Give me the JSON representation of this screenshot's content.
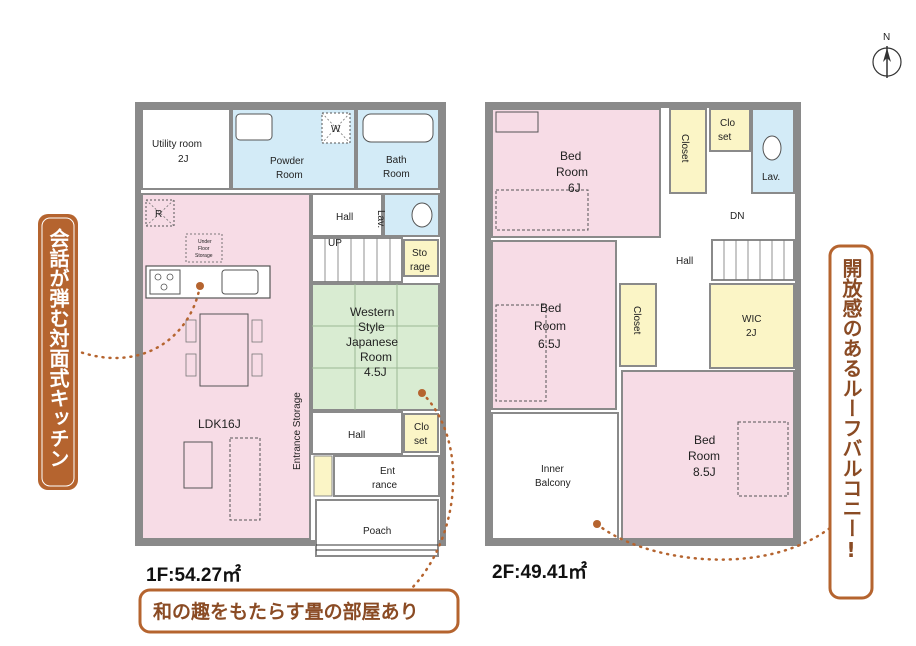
{
  "compass": {
    "label": "N"
  },
  "floor1": {
    "area_label": "1F:54.27㎡",
    "rooms": {
      "utility": [
        "Utility room",
        "2J"
      ],
      "powder": [
        "Powder",
        "Room"
      ],
      "washer": "W",
      "bath": [
        "Bath",
        "Room"
      ],
      "ldk": "LDK16J",
      "refrigerator": "R",
      "under_floor": [
        "Under",
        "Floor",
        "Storage"
      ],
      "hall_top": "Hall",
      "up": "UP",
      "lav": "Lav.",
      "storage": [
        "Sto",
        "rage"
      ],
      "japanese": [
        "Western",
        "Style",
        "Japanese",
        "Room",
        "4.5J"
      ],
      "entrance_storage": "Entrance Storage",
      "hall_bottom": "Hall",
      "closet": [
        "Clo",
        "set"
      ],
      "entrance": [
        "Ent",
        "rance"
      ],
      "porch": "Poach"
    }
  },
  "floor2": {
    "area_label": "2F:49.41㎡",
    "rooms": {
      "bed1": [
        "Bed",
        "Room",
        "6J"
      ],
      "closet1": "Closet",
      "closet_small": [
        "Clo",
        "set"
      ],
      "lav": "Lav.",
      "dn": "DN",
      "hall": "Hall",
      "bed2": [
        "Bed",
        "Room",
        "6.5J"
      ],
      "closet2": "Closet",
      "wic": [
        "WIC",
        "2J"
      ],
      "balcony": [
        "Inner",
        "Balcony"
      ],
      "bed3": [
        "Bed",
        "Room",
        "8.5J"
      ]
    }
  },
  "callouts": {
    "kitchen": "会話が弾む対面式キッチン",
    "tatami": "和の趣をもたらす畳の部屋あり",
    "balcony": "開放感のあるルーフバルコニー!"
  },
  "colors": {
    "pink": "#f7dce6",
    "blue": "#d3ebf7",
    "green": "#d9ecd2",
    "yellow": "#fbf5c6",
    "wall": "#8a8a8a",
    "callout": "#b5642f"
  }
}
